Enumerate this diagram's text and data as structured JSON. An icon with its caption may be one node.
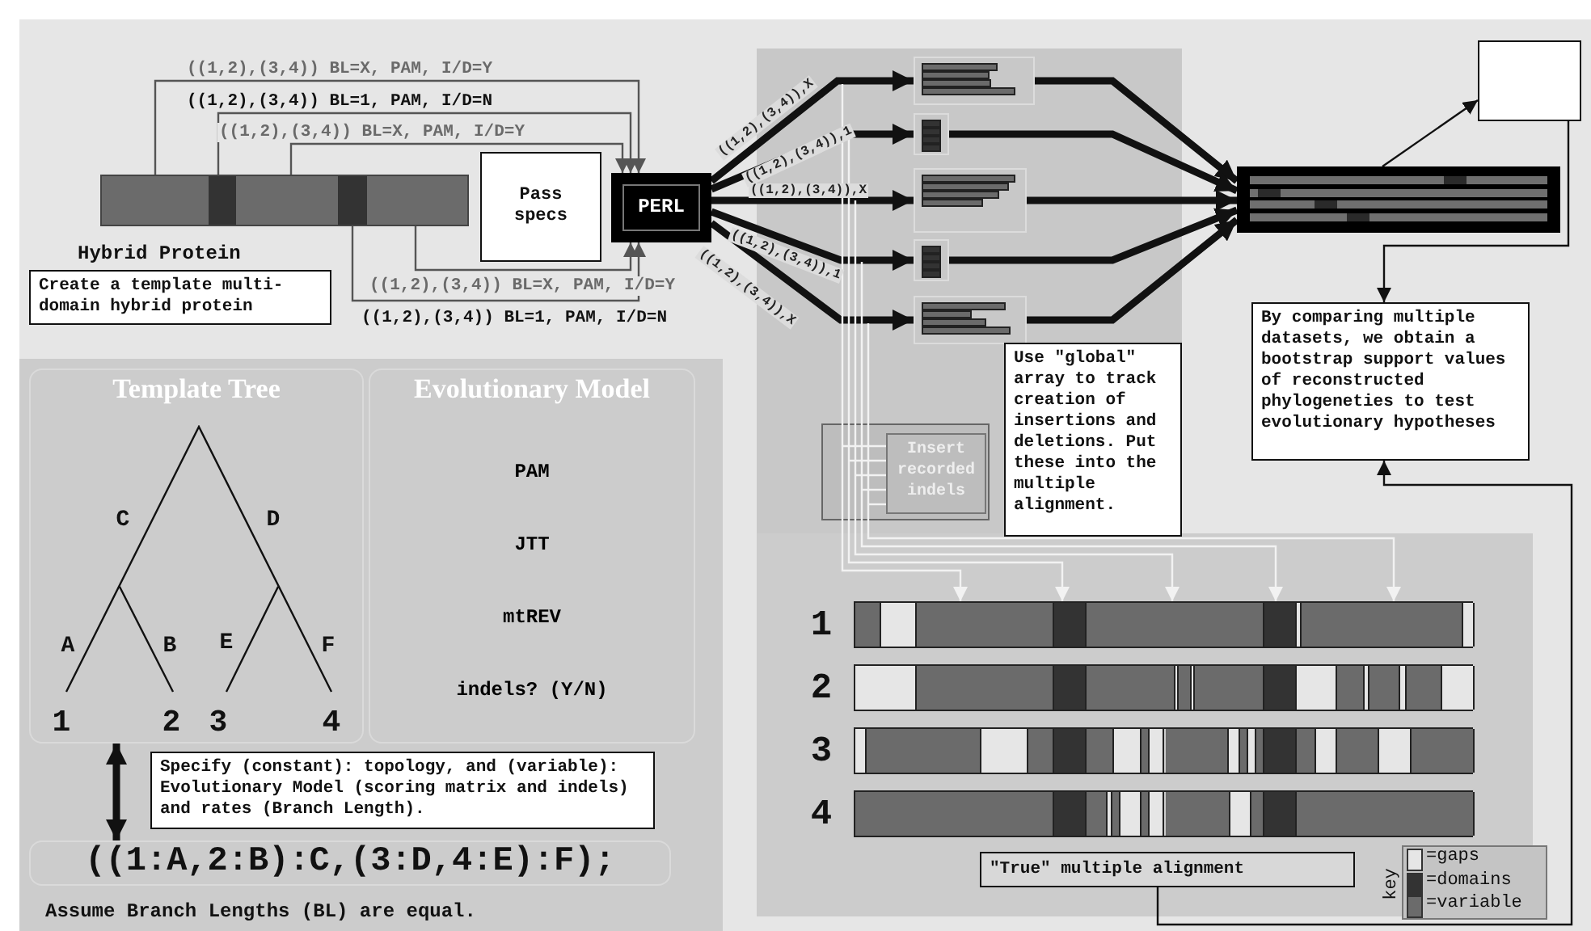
{
  "diagram": {
    "nodes": [
      {
        "text": [],
        "shape": "bar",
        "beside": [
          "Hybrid Protein"
        ]
      },
      {
        "text": [
          "Create a template multi-domain hybrid protein"
        ]
      },
      {
        "text": [
          "Pass specs"
        ]
      },
      {
        "text": [
          "PERL"
        ]
      },
      {
        "text": [],
        "shape": "picture"
      },
      {
        "text": [],
        "shape": "picture"
      },
      {
        "text": [],
        "shape": "picture"
      },
      {
        "text": [],
        "shape": "picture"
      },
      {
        "text": [],
        "shape": "picture"
      },
      {
        "text": [],
        "shape": "picture"
      },
      {
        "text": [],
        "shape": "box"
      },
      {
        "text": [
          "By comparing multiple datasets, we obtain a bootstrap support values of reconstructed phylogeneties to test evolutionary hypotheses"
        ]
      },
      {
        "text": [
          "Use \"global\" array to track creation of insertions and deletions. Put these into the multiple alignment."
        ]
      },
      {
        "text": [
          "Insert recorded indels"
        ]
      },
      {
        "text": [
          "Template Tree"
        ]
      },
      {
        "text": [
          "Evolutionary Model",
          "PAM",
          "JTT",
          "mtREV",
          "indels? (Y/N)"
        ]
      },
      {
        "text": [
          "((1:A,2:B):C,(3:D,4:E):F);"
        ]
      },
      {
        "text": [
          "Specify (constant): topology, and (variable): Evolutionary Model (scoring matrix and indels) and rates (Branch Length)."
        ]
      },
      {
        "text": [],
        "shape": "picture"
      },
      {
        "text": [
          "\"True\" multiple alignment"
        ]
      }
    ],
    "edges": [
      {
        "from": 0,
        "to": 3,
        "arrow": "to",
        "label": "((1,2),(3,4)) BL=X, PAM, I/D=Y",
        "color": "#555555"
      },
      {
        "from": 0,
        "to": 3,
        "arrow": "to",
        "label": "((1,2),(3,4)) BL=1, PAM, I/D=N",
        "color": "#555555"
      },
      {
        "from": 0,
        "to": 3,
        "arrow": "to",
        "label": "((1,2),(3,4)) BL=X, PAM, I/D=Y",
        "color": "#555555"
      },
      {
        "from": 0,
        "to": 3,
        "arrow": "to",
        "label": "((1,2),(3,4)) BL=X, PAM, I/D=Y",
        "color": "#555555"
      },
      {
        "from": 0,
        "to": 3,
        "arrow": "to",
        "label": "((1,2),(3,4)) BL=1, PAM, I/D=N",
        "color": "#555555"
      },
      {
        "from": 3,
        "to": 4,
        "arrow": "to",
        "label": "((1,2),(3,4)),X",
        "style": "thick"
      },
      {
        "from": 3,
        "to": 5,
        "arrow": "to",
        "label": "((1,2),(3,4)),1",
        "style": "thick"
      },
      {
        "from": 3,
        "to": 6,
        "arrow": "to",
        "label": "((1,2),(3,4)),X",
        "style": "thick"
      },
      {
        "from": 3,
        "to": 7,
        "arrow": "to",
        "label": "((1,2),(3,4)),1",
        "style": "thick"
      },
      {
        "from": 3,
        "to": 8,
        "arrow": "to",
        "label": "((1,2),(3,4)),X",
        "style": "thick"
      },
      {
        "from": 4,
        "to": 9,
        "arrow": "to",
        "style": "thick"
      },
      {
        "from": 5,
        "to": 9,
        "arrow": "to",
        "style": "thick"
      },
      {
        "from": 6,
        "to": 9,
        "arrow": "to",
        "style": "thick"
      },
      {
        "from": 7,
        "to": 9,
        "arrow": "to",
        "style": "thick"
      },
      {
        "from": 8,
        "to": 9,
        "arrow": "to",
        "style": "thick"
      },
      {
        "from": 9,
        "to": 10,
        "arrow": "to"
      },
      {
        "from": 10,
        "to": 11,
        "arrow": "to"
      },
      {
        "from": 19,
        "to": 11,
        "arrow": "to"
      },
      {
        "from": 14,
        "to": 16,
        "arrow": "both",
        "style": "thick"
      },
      {
        "from": null,
        "to": 18,
        "arrow": "to",
        "color": "#f2f2f2"
      },
      {
        "from": null,
        "to": 18,
        "arrow": "to",
        "color": "#f2f2f2"
      },
      {
        "from": null,
        "to": 18,
        "arrow": "to",
        "color": "#f2f2f2"
      },
      {
        "from": null,
        "to": 18,
        "arrow": "to",
        "color": "#f2f2f2"
      },
      {
        "from": null,
        "to": 18,
        "arrow": "to",
        "color": "#f2f2f2"
      },
      {
        "from": null,
        "to": 13,
        "arrow": "none",
        "color": "#f2f2f2"
      },
      {
        "from": null,
        "to": 13,
        "arrow": "none",
        "color": "#f2f2f2"
      },
      {
        "from": null,
        "to": 13,
        "arrow": "none",
        "color": "#f2f2f2"
      },
      {
        "from": null,
        "to": 13,
        "arrow": "none",
        "color": "#f2f2f2"
      },
      {
        "from": null,
        "to": 13,
        "arrow": "none",
        "color": "#f2f2f2"
      }
    ],
    "labels": [
      "C",
      "D",
      "A",
      "B",
      "E",
      "F",
      "1",
      "2",
      "3",
      "4",
      "Assume Branch Lengths (BL) are equal.",
      "1",
      "2",
      "3",
      "4",
      "key"
    ],
    "legend": [
      {
        "text": "=gaps",
        "color": "#e6e6e6"
      },
      {
        "text": "=domains",
        "color": "#333333"
      },
      {
        "text": "=variable",
        "color": "#6b6b6b"
      }
    ]
  }
}
